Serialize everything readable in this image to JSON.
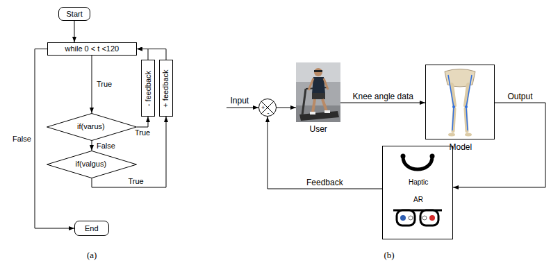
{
  "diagram": {
    "nodes": [
      {
        "text": [
          "Start"
        ]
      },
      {
        "text": [
          "while 0 < t <120"
        ]
      },
      {
        "text": [
          "if(varus)"
        ]
      },
      {
        "text": [
          "if(valgus)"
        ]
      },
      {
        "text": [
          "- feedback"
        ]
      },
      {
        "text": [
          "+ feedback"
        ]
      },
      {
        "text": [
          "End"
        ]
      },
      {
        "text": [
          "+",
          "-"
        ]
      },
      {
        "text": [
          "User"
        ]
      },
      {
        "text": [
          "Model"
        ]
      },
      {
        "text": [
          "Haptic",
          "AR"
        ]
      }
    ],
    "edges": [
      {
        "from": 0,
        "to": 1,
        "arrow": "to"
      },
      {
        "from": 1,
        "to": 2,
        "label": "True",
        "arrow": "to"
      },
      {
        "from": 2,
        "to": 3,
        "label": "False",
        "arrow": "to"
      },
      {
        "from": 2,
        "to": 4,
        "label": "True",
        "arrow": "to"
      },
      {
        "from": 3,
        "to": 5,
        "label": "True",
        "arrow": "to"
      },
      {
        "from": 4,
        "to": 1,
        "arrow": "to"
      },
      {
        "from": 5,
        "to": 1,
        "arrow": "to"
      },
      {
        "from": 1,
        "to": 6,
        "label": "False",
        "arrow": "to"
      },
      {
        "from": 7,
        "to": 8,
        "arrow": "to"
      },
      {
        "from": 8,
        "to": 9,
        "label": "Knee angle data",
        "arrow": "to"
      },
      {
        "from": 9,
        "to": 10,
        "label": "Output",
        "arrow": "to"
      },
      {
        "from": 10,
        "to": 7,
        "label": "Feedback",
        "arrow": "to"
      }
    ],
    "labels": [
      "Input",
      "(a)",
      "(b)"
    ]
  }
}
